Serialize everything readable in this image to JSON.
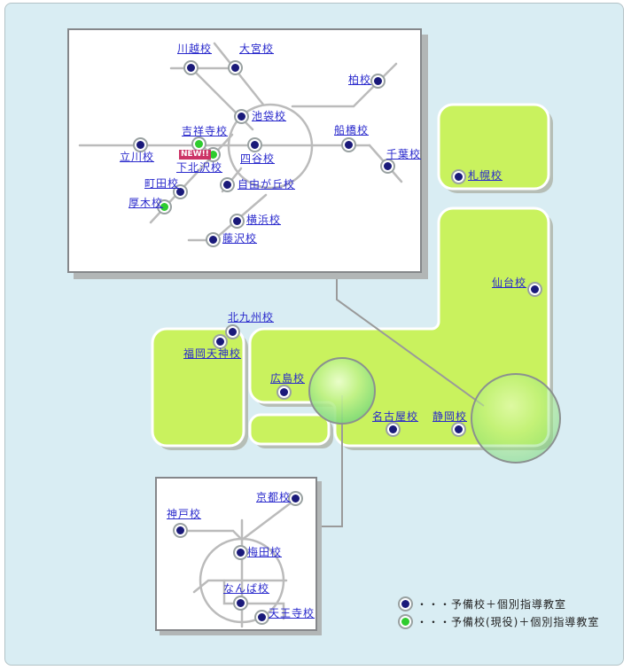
{
  "legend": {
    "items": [
      {
        "label": "・・・予備校＋個別指導教室",
        "marker": "navy-dot",
        "marker_color": "#1a1a7a"
      },
      {
        "label": "・・・予備校(現役)＋個別指導教室",
        "marker": "green-dot",
        "marker_color": "#2ecc2e"
      }
    ]
  },
  "colors": {
    "panel_blue": "#d9edf3",
    "region_green": "#c9f25e",
    "region_shadow": "#b6beb6",
    "link_blue": "#2929cc",
    "navy_dot": "#1a1a7a",
    "green_dot": "#2ecc2e",
    "badge_red": "#cc3366",
    "rail_gray": "#bbbbbb"
  },
  "tokyo_inset": {
    "new_badge": "NEW!!",
    "schools": [
      {
        "label": "川越校",
        "type": "regular"
      },
      {
        "label": "大宮校",
        "type": "regular"
      },
      {
        "label": "柏校",
        "type": "regular"
      },
      {
        "label": "池袋校",
        "type": "regular"
      },
      {
        "label": "吉祥寺校",
        "type": "current"
      },
      {
        "label": "船橋校",
        "type": "regular"
      },
      {
        "label": "千葉校",
        "type": "regular"
      },
      {
        "label": "立川校",
        "type": "regular"
      },
      {
        "label": "四谷校",
        "type": "regular"
      },
      {
        "label": "下北沢校",
        "type": "current",
        "badge": "NEW!!"
      },
      {
        "label": "町田校",
        "type": "regular"
      },
      {
        "label": "自由が丘校",
        "type": "regular"
      },
      {
        "label": "厚木校",
        "type": "current"
      },
      {
        "label": "横浜校",
        "type": "regular"
      },
      {
        "label": "藤沢校",
        "type": "regular"
      }
    ]
  },
  "main_map": {
    "schools": [
      {
        "label": "札幌校",
        "type": "regular"
      },
      {
        "label": "仙台校",
        "type": "regular"
      },
      {
        "label": "北九州校",
        "type": "regular"
      },
      {
        "label": "福岡天神校",
        "type": "regular"
      },
      {
        "label": "広島校",
        "type": "regular"
      },
      {
        "label": "名古屋校",
        "type": "regular"
      },
      {
        "label": "静岡校",
        "type": "regular"
      }
    ]
  },
  "osaka_inset": {
    "schools": [
      {
        "label": "京都校",
        "type": "regular"
      },
      {
        "label": "神戸校",
        "type": "regular"
      },
      {
        "label": "梅田校",
        "type": "regular"
      },
      {
        "label": "なんば校",
        "type": "regular"
      },
      {
        "label": "天王寺校",
        "type": "regular"
      }
    ]
  }
}
